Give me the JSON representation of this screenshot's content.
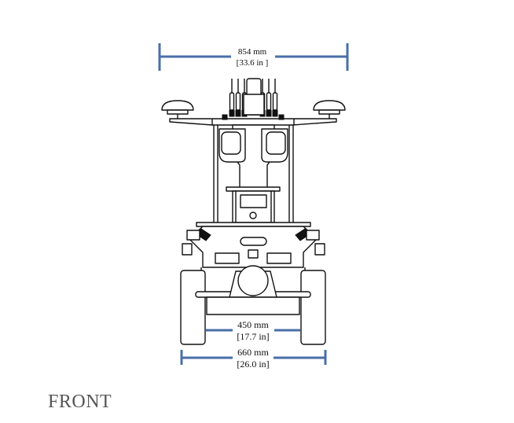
{
  "view_label": "FRONT",
  "dimensions": {
    "top_width": {
      "mm": "854 mm",
      "in": "[33.6 in  ]"
    },
    "track_inner": {
      "mm": "450 mm",
      "in": "[17.7 in]"
    },
    "track_outer": {
      "mm": "660 mm",
      "in": "[26.0 in]"
    }
  },
  "colors": {
    "dimension_line": "#4a6fa8",
    "drawing": "#111111",
    "label": "#555555"
  }
}
